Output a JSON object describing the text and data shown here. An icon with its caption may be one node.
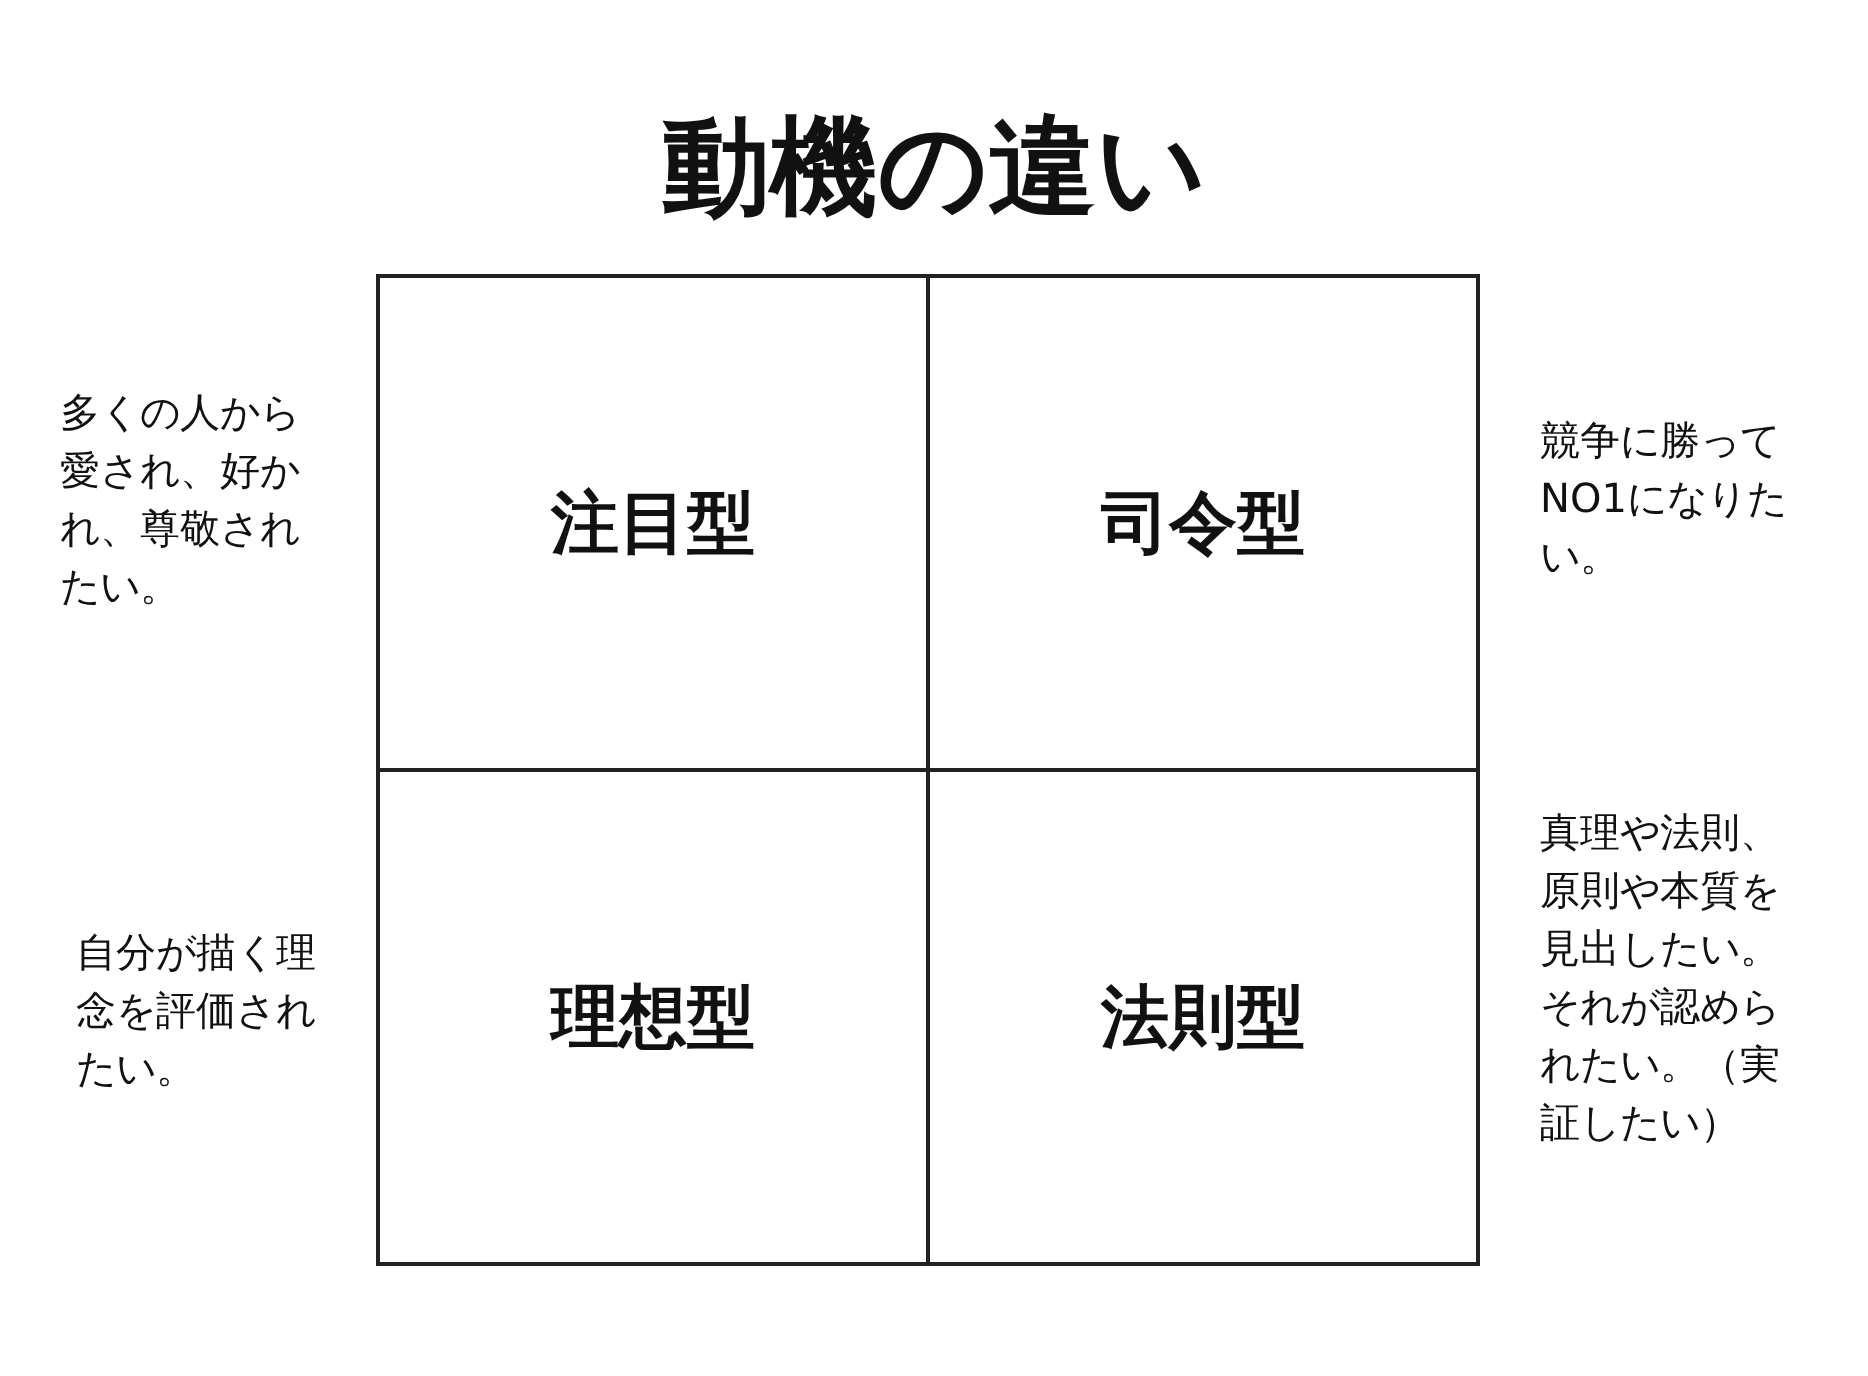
{
  "diagram": {
    "title": "動機の違い",
    "nodes": [
      {
        "text": [
          "注目型"
        ],
        "beside": [
          "多くの人から愛され、好かれ、尊敬されたい。"
        ]
      },
      {
        "text": [
          "司令型"
        ],
        "beside": [
          "競争に勝ってNO1になりたい。"
        ]
      },
      {
        "text": [
          "理想型"
        ],
        "beside": [
          "自分が描く理念を評価されたい。"
        ]
      },
      {
        "text": [
          "法則型"
        ],
        "beside": [
          "真理や法則、原則や本質を見出したい。それが認められたい。（実証したい）"
        ]
      }
    ]
  }
}
